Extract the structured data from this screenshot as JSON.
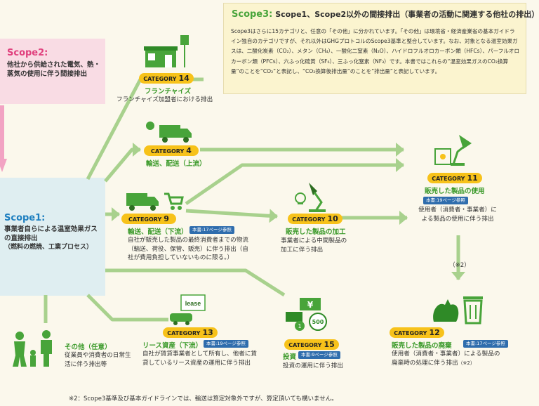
{
  "scope3": {
    "title_prefix": "Scope3:",
    "title_rest": "Scope1、Scope2以外の間接排出（事業者の活動に関連する他社の排出）",
    "body": "Scope3はさらに15カテゴリと、任意の「その他」に分かれています。「その他」は環境省・経済産業省の基本ガイドライン独自のカテゴリですが、それ以外はGHGプロトコルのScope3基準と整合しています。なお、対象となる温室効果ガスは、二酸化炭素（CO₂）、メタン（CH₄）、一酸化二窒素（N₂O）、ハイドロフルオロカーボン類（HFCs）、パーフルオロカーボン類（PFCs）、六ふっ化硫黄（SF₆）、三ふっ化窒素（NF₃）です。本書ではこれらの“温室効果ガスのCO₂換算量”のことを“CO₂”と表記し、“CO₂換算後排出量”のことを“排出量”と表記しています。"
  },
  "scope2": {
    "title": "Scope2:",
    "text": "他社から供給された電気、熱・蒸気の使用に伴う間接排出"
  },
  "scope1": {
    "title": "Scope1:",
    "text1": "事業者自らによる温室効果ガスの直接排出",
    "text2": "（燃料の燃焼、工業プロセス）"
  },
  "categories": [
    {
      "label": "CATEGORY",
      "num": "14",
      "name": "フランチャイズ",
      "desc": "フランチャイズ加盟者における排出",
      "icon": "store-icon"
    },
    {
      "label": "CATEGORY",
      "num": "4",
      "name": "輸送、配送（上流）",
      "icon": "truck-icon"
    },
    {
      "label": "CATEGORY",
      "num": "9",
      "name": "輸送、配送（下流）",
      "ref": "本書:17ページ参照",
      "desc": "自社が販売した製品の最終消費者までの物流（輸送、荷役、保管、販売）に伴う排出（自社が費用負担していないものに限る。）",
      "icon": "truck-cart-icon"
    },
    {
      "label": "CATEGORY",
      "num": "10",
      "name": "販売した製品の加工",
      "desc": "事業者による中間製品の加工に伴う排出",
      "icon": "lamp-icon"
    },
    {
      "label": "CATEGORY",
      "num": "11",
      "name": "販売した製品の使用",
      "ref": "本書:19ページ参照",
      "desc": "使用者（消費者・事業者）による製品の使用に伴う排出",
      "icon": "desk-lamp-icon"
    },
    {
      "label": "CATEGORY",
      "num": "12",
      "name": "販売した製品の廃棄",
      "ref": "本書:17ページ参照",
      "desc": "使用者（消費者・事業者）による製品の廃棄時の処理に伴う排出",
      "note": "（※2）",
      "icon": "trash-icon"
    },
    {
      "label": "CATEGORY",
      "num": "13",
      "name": "リース資産（下流）",
      "ref": "本書:19ページ参照",
      "desc": "自社が賃貸事業者として所有し、他者に賃貸しているリース資産の運用に伴う排出",
      "icon": "lease-icon",
      "lease_word": "lease"
    },
    {
      "label": "CATEGORY",
      "num": "15",
      "name": "投資",
      "ref": "本書:9ページ参照",
      "desc": "投資の運用に伴う排出",
      "icon": "money-icon",
      "yen": "¥",
      "coin1": "1",
      "coin500": "500"
    }
  ],
  "other": {
    "name": "その他（任意）",
    "desc": "従業員や消費者の日常生活に伴う排出等",
    "icon": "family-icon"
  },
  "arrow_note": "（※2）",
  "footnote": "※2：Scope3基準及び基本ガイドラインでは、輸送は算定対象外ですが、算定頂いても構いません。",
  "colors": {
    "green": "#48a43a",
    "arrow": "#a8d18d",
    "yellow": "#f7c21a",
    "scope1_bg": "#dfeef1",
    "scope2_bg": "#f9dce4",
    "blue_ref": "#2f6dad"
  }
}
